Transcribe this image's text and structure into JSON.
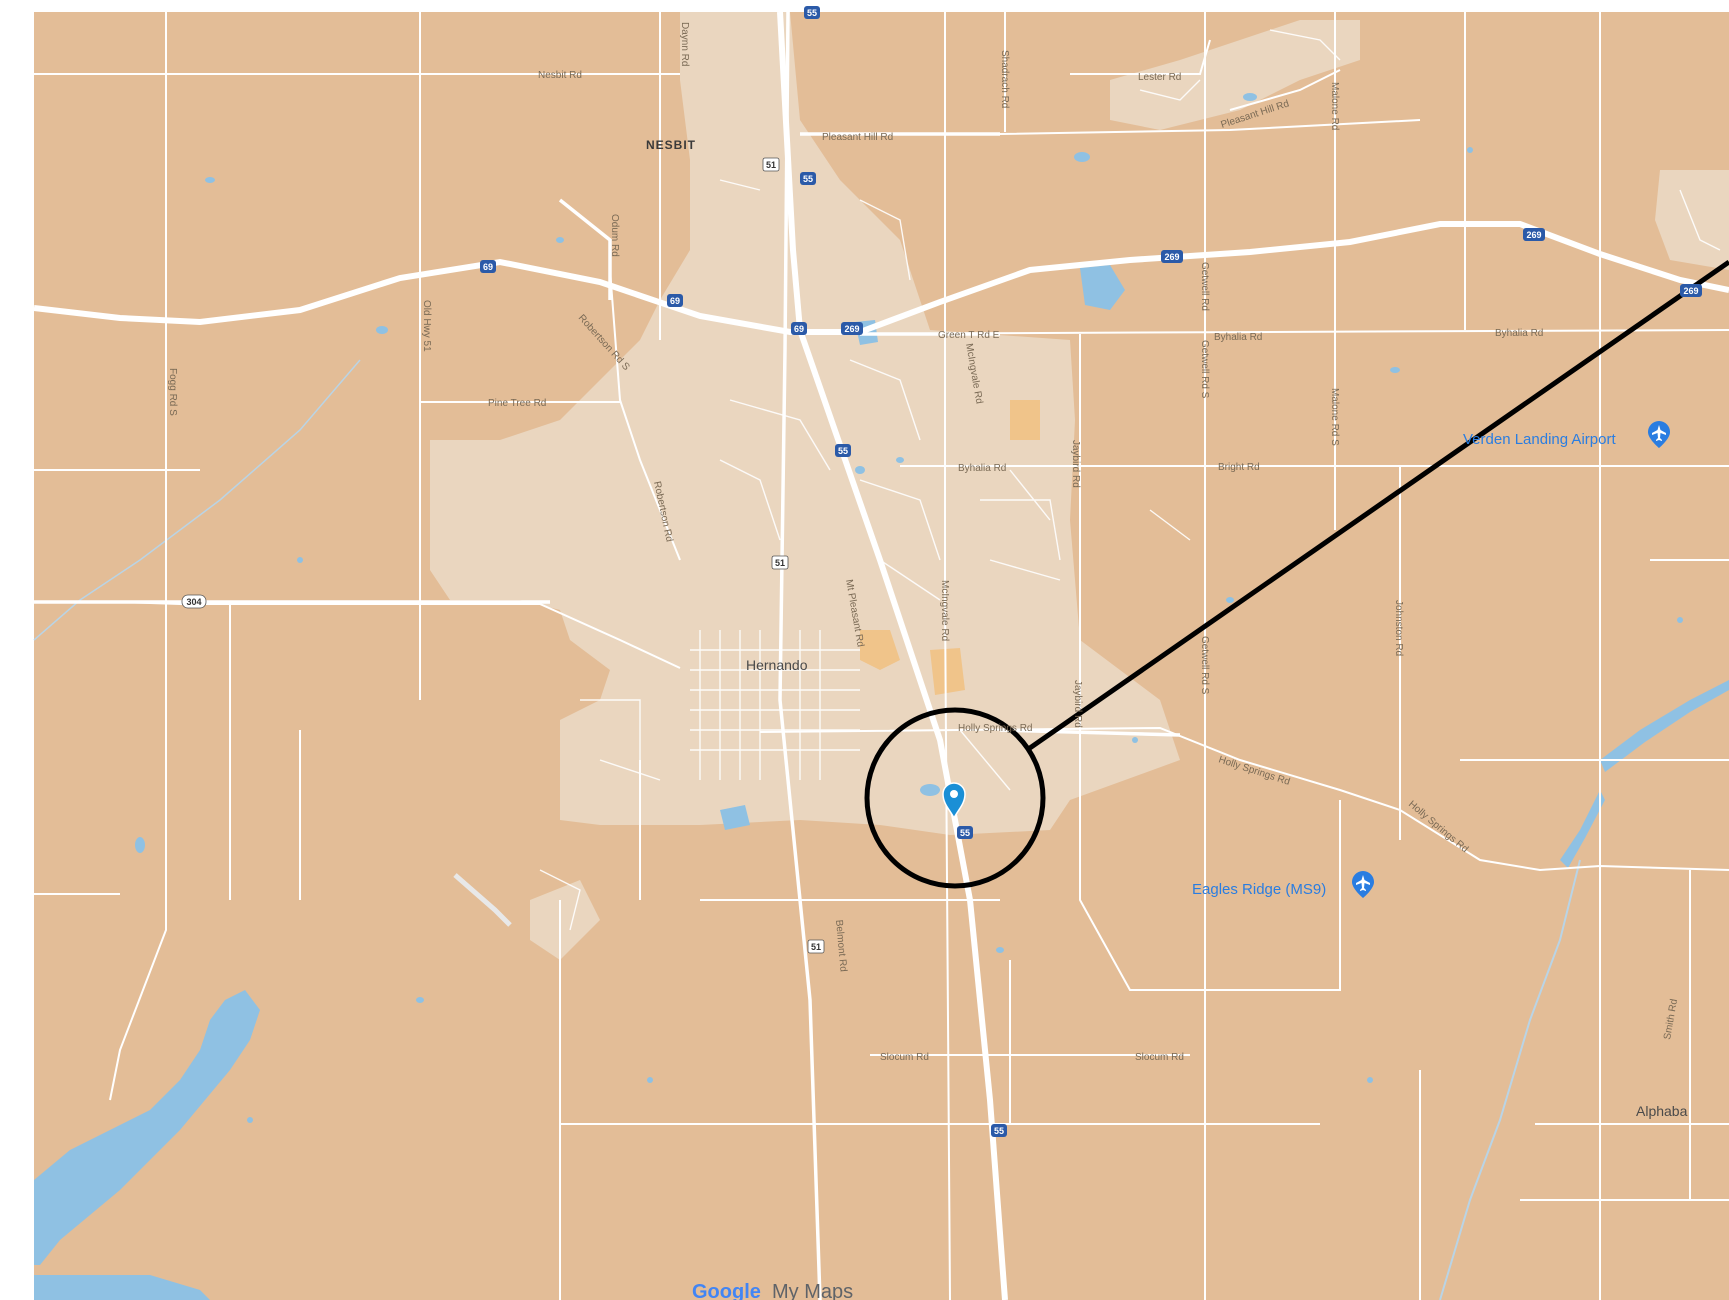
{
  "map": {
    "colors": {
      "land": "#e3bd97",
      "urban": "#ead6bf",
      "road": "#ffffff",
      "water": "#8fc1e3",
      "poi": "#2a7de1"
    },
    "place_labels": {
      "nesbit": "NESBIT",
      "hernando": "Hernando",
      "alphaba": "Alphaba"
    },
    "poi": {
      "verden_airport": "Verden Landing Airport",
      "eagles_ridge": "Eagles Ridge (MS9)"
    },
    "road_labels": {
      "nesbit_rd": "Nesbit Rd",
      "pleasant_hill_rd": "Pleasant Hill Rd",
      "pleasant_hill_rd_e": "Pleasant Hill Rd",
      "lester_rd": "Lester Rd",
      "green_t_rd_e": "Green T Rd E",
      "byhalia_rd_1": "Byhalia Rd",
      "byhalia_rd_2": "Byhalia Rd",
      "byhalia_rd_3": "Byhalia Rd",
      "pine_tree_rd": "Pine Tree Rd",
      "bright_rd": "Bright Rd",
      "holly_springs_rd_1": "Holly Springs Rd",
      "holly_springs_rd_2": "Holly Springs Rd",
      "holly_springs_rd_3": "Holly Springs Rd",
      "slocum_rd_1": "Slocum Rd",
      "slocum_rd_2": "Slocum Rd",
      "fogg_rd_s": "Fogg Rd S",
      "old_highway": "Old Hwy 51",
      "robertson_rd_s": "Robertson Rd S",
      "robertson_rd": "Robertson Rd",
      "mt_pleasant_rd": "Mt Pleasant Rd",
      "mcingvale_rd": "McIngvale Rd",
      "mcingvale_rd_2": "McIngvale Rd",
      "jaybird_rd": "Jaybird Rd",
      "jaybird_rd_2": "Jaybird Rd",
      "getwell_rd": "Getwell Rd",
      "getwell_rd_s": "Getwell Rd S",
      "getwell_rd_s2": "Getwell Rd S",
      "malone_rd": "Malone Rd",
      "malone_rd_s": "Malone Rd S",
      "johnston_rd": "Johnston Rd",
      "shadrach_rd": "Shadrach Rd",
      "odum_rd": "Odum Rd",
      "daynn_rd": "Daynn Rd",
      "belmont_rd": "Belmont Rd",
      "smith_rd": "Smith Rd"
    },
    "shields": {
      "i55": "55",
      "i69": "69",
      "i269": "269",
      "us51": "51",
      "ms304": "304"
    },
    "attribution": {
      "google": "Google",
      "mymaps": "My Maps"
    },
    "marker_label": "Location marker"
  }
}
